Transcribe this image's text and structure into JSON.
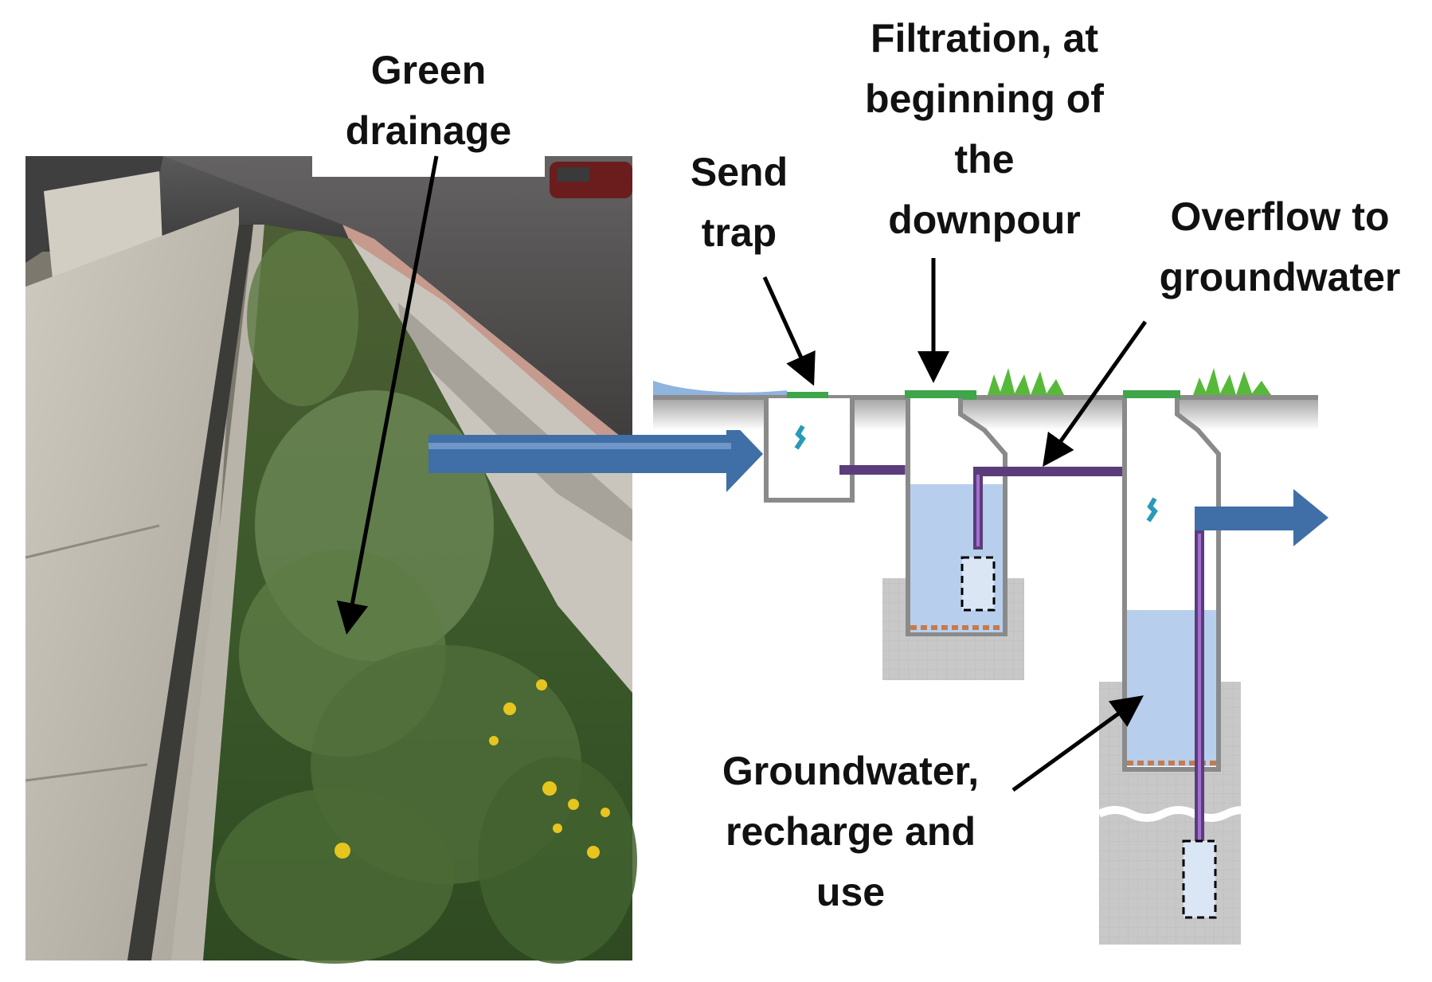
{
  "labels": {
    "green_drainage": [
      "Green",
      "drainage"
    ],
    "send_trap": [
      "Send",
      "trap"
    ],
    "filtration": [
      "Filtration, at",
      "beginning of",
      "the",
      "downpour"
    ],
    "overflow": [
      "Overflow to",
      "groundwater"
    ],
    "groundwater": [
      "Groundwater,",
      "recharge and",
      "use"
    ]
  },
  "colors": {
    "flow_arrow": "#3f6fa6",
    "water": "#b7cfec",
    "ground": "#c6c6c6",
    "pipe": "#5a3d7a",
    "grass": "#58b83a",
    "chamber_wall": "#8a8a8a",
    "filter_layer": "#c87a4a"
  }
}
